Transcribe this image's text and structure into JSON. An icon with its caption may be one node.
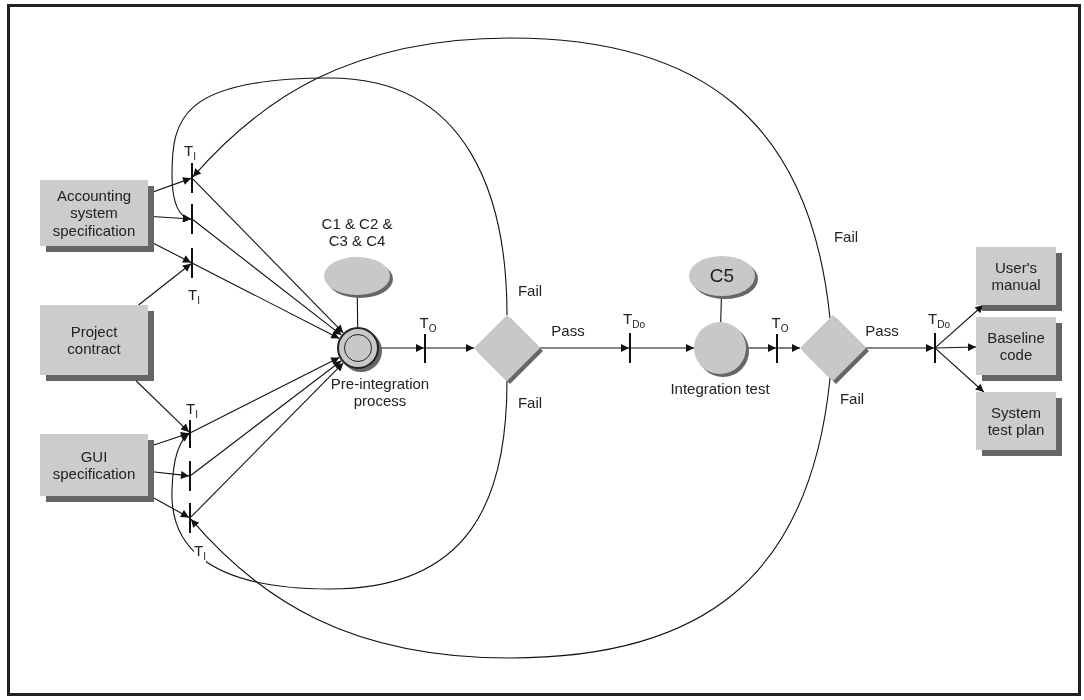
{
  "diagram": {
    "nodes": [
      {
        "text": [
          "Accounting system specification"
        ]
      },
      {
        "text": [
          "Project contract"
        ]
      },
      {
        "text": [
          "GUI specification"
        ]
      },
      {
        "text": [],
        "shape": "bar",
        "beside": [
          "T$_{I}$"
        ]
      },
      {
        "text": [],
        "shape": "bar"
      },
      {
        "text": [],
        "shape": "bar",
        "beside": [
          "T$_{I}$"
        ]
      },
      {
        "text": [],
        "shape": "bar",
        "beside": [
          "T$_{I}$"
        ]
      },
      {
        "text": [],
        "shape": "bar"
      },
      {
        "text": [],
        "shape": "bar",
        "beside": [
          "T$_{I}$"
        ]
      },
      {
        "text": [
          "Pre-integration process"
        ]
      },
      {
        "text": [
          "C1 & C2 & C3 & C4"
        ]
      },
      {
        "text": [],
        "shape": "bar",
        "beside": [
          "T$_{O}$"
        ]
      },
      {
        "text": [],
        "shape": "diamond"
      },
      {
        "text": [],
        "shape": "bar",
        "beside": [
          "T$_{Do}$"
        ]
      },
      {
        "text": [
          "Integration test"
        ]
      },
      {
        "text": [
          "C5"
        ]
      },
      {
        "text": [],
        "shape": "bar",
        "beside": [
          "T$_{O}$"
        ]
      },
      {
        "text": [],
        "shape": "diamond"
      },
      {
        "text": [],
        "shape": "bar",
        "beside": [
          "T$_{Do}$"
        ]
      },
      {
        "text": [
          "User's manual"
        ]
      },
      {
        "text": [
          "Baseline code"
        ]
      },
      {
        "text": [
          "System test plan"
        ]
      }
    ],
    "edges": [
      {
        "from": 0,
        "to": 3,
        "arrow": "to"
      },
      {
        "from": 0,
        "to": 4,
        "arrow": "to"
      },
      {
        "from": 0,
        "to": 5,
        "arrow": "to"
      },
      {
        "from": 1,
        "to": 5,
        "arrow": "to"
      },
      {
        "from": 1,
        "to": 6,
        "arrow": "to"
      },
      {
        "from": 2,
        "to": 6,
        "arrow": "to"
      },
      {
        "from": 2,
        "to": 7,
        "arrow": "to"
      },
      {
        "from": 2,
        "to": 8,
        "arrow": "to"
      },
      {
        "from": 3,
        "to": 9,
        "arrow": "to"
      },
      {
        "from": 4,
        "to": 9,
        "arrow": "to"
      },
      {
        "from": 5,
        "to": 9,
        "arrow": "to"
      },
      {
        "from": 6,
        "to": 9,
        "arrow": "to"
      },
      {
        "from": 7,
        "to": 9,
        "arrow": "to"
      },
      {
        "from": 8,
        "to": 9,
        "arrow": "to"
      },
      {
        "from": 10,
        "to": 9,
        "arrow": "none"
      },
      {
        "from": 9,
        "to": 11,
        "arrow": "to"
      },
      {
        "from": 11,
        "to": 12,
        "arrow": "to"
      },
      {
        "from": 12,
        "to": 13,
        "arrow": "to",
        "label": "Pass"
      },
      {
        "from": 13,
        "to": 14,
        "arrow": "to"
      },
      {
        "from": 15,
        "to": 14,
        "arrow": "none"
      },
      {
        "from": 14,
        "to": 16,
        "arrow": "to"
      },
      {
        "from": 16,
        "to": 17,
        "arrow": "to"
      },
      {
        "from": 17,
        "to": 18,
        "arrow": "to",
        "label": "Pass"
      },
      {
        "from": 18,
        "to": 19,
        "arrow": "to"
      },
      {
        "from": 18,
        "to": 20,
        "arrow": "to"
      },
      {
        "from": 18,
        "to": 21,
        "arrow": "to"
      },
      {
        "from": 12,
        "to": 4,
        "arrow": "to",
        "label": "Fail"
      },
      {
        "from": 17,
        "to": 3,
        "arrow": "to",
        "label": "Fail"
      },
      {
        "from": 12,
        "to": 6,
        "arrow": "to",
        "label": "Fail"
      },
      {
        "from": 17,
        "to": 8,
        "arrow": "to",
        "label": "Fail"
      }
    ]
  }
}
